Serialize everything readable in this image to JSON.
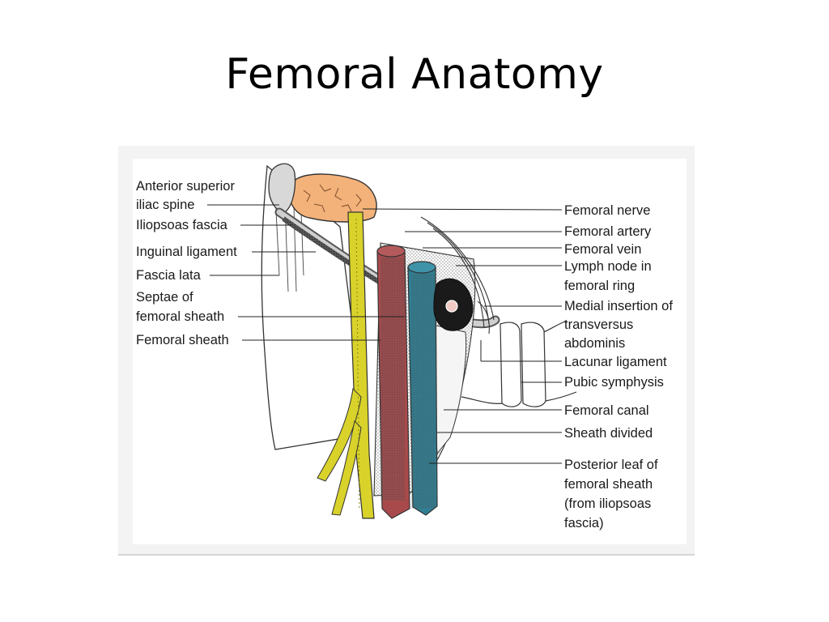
{
  "slide": {
    "title": "Femoral Anatomy"
  },
  "labels_left": [
    "Anterior superior",
    "iliac spine",
    "Iliopsoas fascia",
    "Inguinal ligament",
    "Fascia lata",
    "Septae of",
    "femoral sheath",
    "Femoral sheath"
  ],
  "labels_right": [
    "Femoral nerve",
    "Femoral artery",
    "Femoral vein",
    "Lymph node in",
    "femoral ring",
    "Medial insertion of",
    "transversus",
    "abdominis",
    "Lacunar ligament",
    "Pubic symphysis",
    "Femoral canal",
    "Sheath divided",
    "Posterior leaf of",
    "femoral sheath",
    "(from iliopsoas",
    "fascia)"
  ],
  "colors": {
    "nerve": "#d9d22a",
    "artery": "#a84a4c",
    "vein": "#2f7f94",
    "iliac_crest": "#f3b27a",
    "lymph_node": "#1a1a1a"
  }
}
